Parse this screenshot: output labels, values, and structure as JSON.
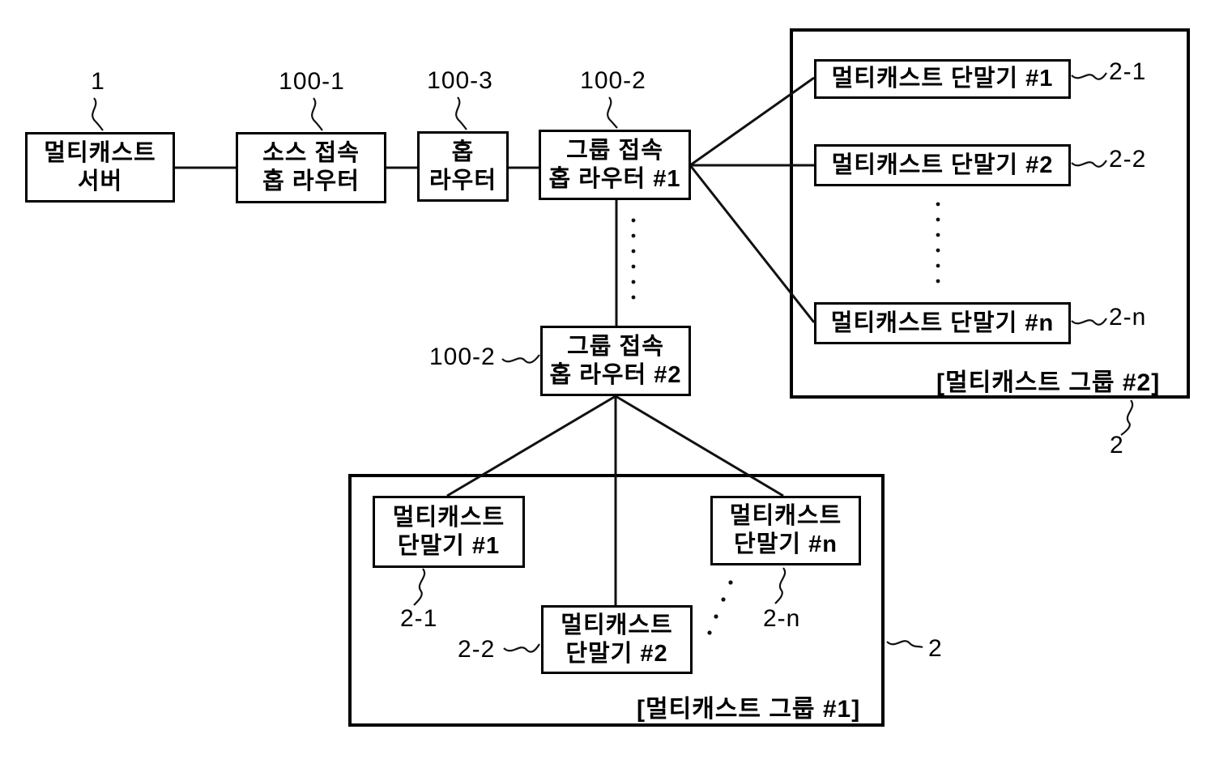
{
  "figure": {
    "background": "#ffffff",
    "line_color": "#111111",
    "nodes": {
      "server": {
        "label": "멀티캐스트\n서버",
        "ref": "1"
      },
      "source_router": {
        "label": "소스 접속\n홉 라우터",
        "ref": "100-1"
      },
      "hop_router": {
        "label": "홉\n라우터",
        "ref": "100-3"
      },
      "group_router_1": {
        "label": "그룹 접속\n홉 라우터 #1",
        "ref": "100-2"
      },
      "group_router_2": {
        "label": "그룹 접속\n홉 라우터 #2",
        "ref": "100-2"
      }
    },
    "group2": {
      "caption": "[멀티캐스트 그룹 #2]",
      "ref": "2",
      "terminals": [
        {
          "label": "멀티캐스트 단말기 #1",
          "ref": "2-1"
        },
        {
          "label": "멀티캐스트 단말기 #2",
          "ref": "2-2"
        },
        {
          "label": "멀티캐스트 단말기 #n",
          "ref": "2-n"
        }
      ]
    },
    "group1": {
      "caption": "[멀티캐스트 그룹 #1]",
      "ref": "2",
      "terminals": [
        {
          "label": "멀티캐스트\n단말기 #1",
          "ref": "2-1"
        },
        {
          "label": "멀티캐스트\n단말기 #2",
          "ref": "2-2"
        },
        {
          "label": "멀티캐스트\n단말기 #n",
          "ref": "2-n"
        }
      ]
    }
  }
}
